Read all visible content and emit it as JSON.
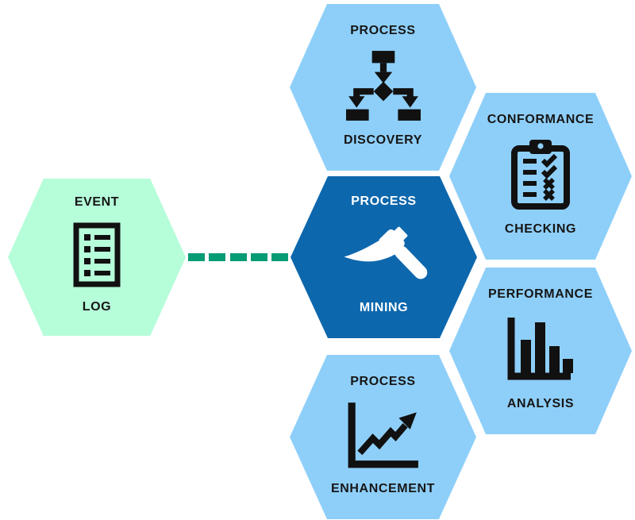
{
  "diagram_title": "Process mining hexagon diagram",
  "colors": {
    "light_blue": "#8ECFF9",
    "dark_blue": "#0D67AD",
    "mint_green": "#B6FDDA",
    "dash_green": "#059B74",
    "text_dark": "#161616",
    "text_light": "#FFFFFF",
    "icon_black": "#111111"
  },
  "hexagons": [
    {
      "id": "event-log",
      "top_label": "EVENT",
      "bottom_label": "LOG",
      "icon": "checklist-icon",
      "fill": "#B6FDDA",
      "text_color": "#161616"
    },
    {
      "id": "process-discovery",
      "top_label": "PROCESS",
      "bottom_label": "DISCOVERY",
      "icon": "flowchart-icon",
      "fill": "#8ECFF9",
      "text_color": "#161616"
    },
    {
      "id": "process-mining",
      "top_label": "PROCESS",
      "bottom_label": "MINING",
      "icon": "pickaxe-icon",
      "fill": "#0D67AD",
      "text_color": "#FFFFFF"
    },
    {
      "id": "conformance-checking",
      "top_label": "CONFORMANCE",
      "bottom_label": "CHECKING",
      "icon": "clipboard-check-icon",
      "fill": "#8ECFF9",
      "text_color": "#161616"
    },
    {
      "id": "performance-analysis",
      "top_label": "PERFORMANCE",
      "bottom_label": "ANALYSIS",
      "icon": "bar-chart-icon",
      "fill": "#8ECFF9",
      "text_color": "#161616"
    },
    {
      "id": "process-enhancement",
      "top_label": "PROCESS",
      "bottom_label": "ENHANCEMENT",
      "icon": "trend-up-icon",
      "fill": "#8ECFF9",
      "text_color": "#161616"
    }
  ],
  "connector": {
    "from": "event-log",
    "to": "process-mining",
    "style": "dashed",
    "color": "#059B74",
    "dash_count": 5
  }
}
